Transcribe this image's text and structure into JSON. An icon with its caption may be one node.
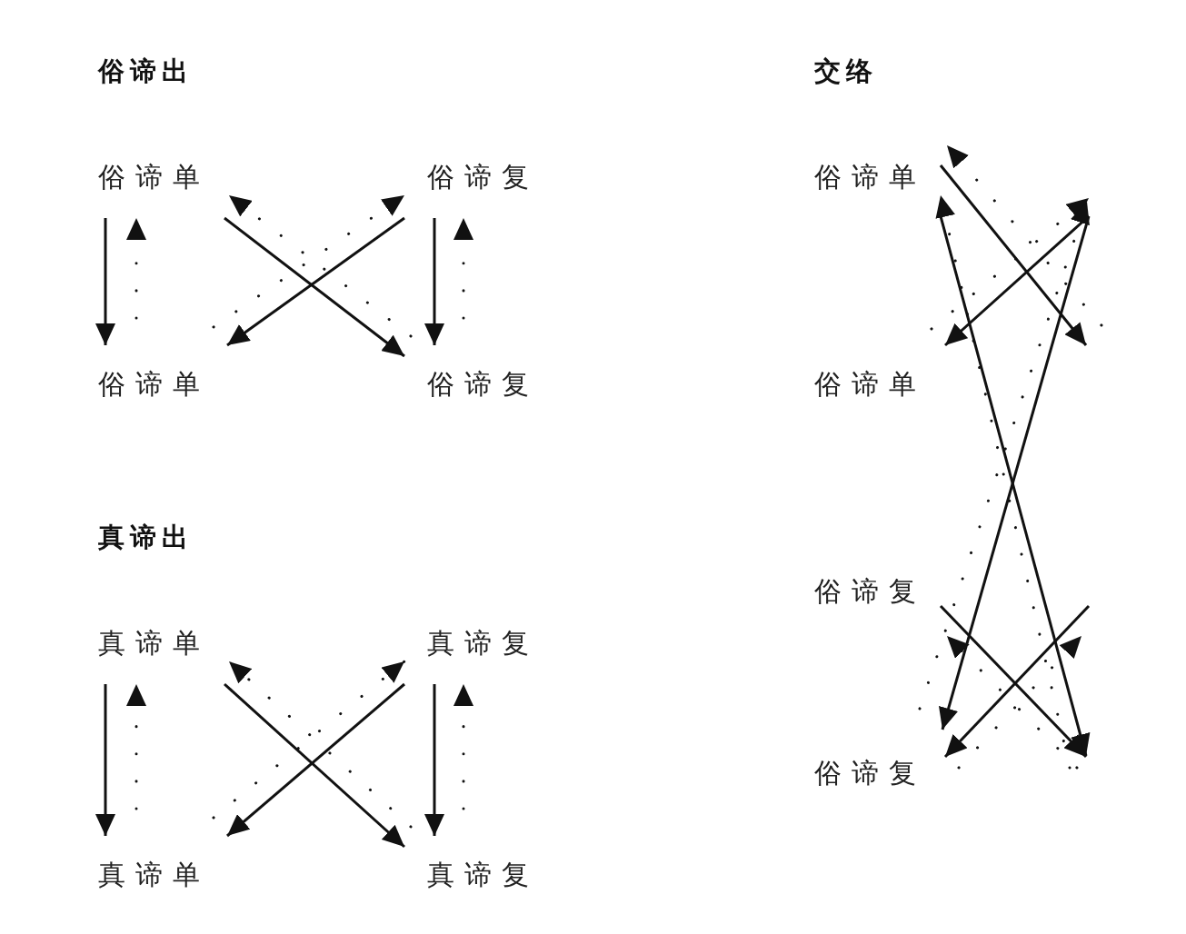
{
  "diagram": {
    "nodes": [
      {
        "text": [
          "俗谛单"
        ]
      },
      {
        "text": [
          "俗谛复"
        ]
      },
      {
        "text": [
          "俗谛单"
        ]
      },
      {
        "text": [
          "俗谛复"
        ]
      },
      {
        "text": [
          "真谛单"
        ]
      },
      {
        "text": [
          "真谛复"
        ]
      },
      {
        "text": [
          "真谛单"
        ]
      },
      {
        "text": [
          "真谛复"
        ]
      },
      {
        "text": [
          "俗谛单"
        ]
      },
      {
        "text": [
          "俗谛单"
        ]
      },
      {
        "text": [
          "俗谛复"
        ]
      },
      {
        "text": [
          "俗谛复"
        ]
      }
    ],
    "edges": [
      {
        "from": 0,
        "to": 2,
        "arrow": "to"
      },
      {
        "from": 2,
        "to": 0,
        "arrow": "to",
        "style": "dashed"
      },
      {
        "from": 0,
        "to": 3,
        "arrow": "to"
      },
      {
        "from": 3,
        "to": 0,
        "arrow": "to",
        "style": "dashed"
      },
      {
        "from": 1,
        "to": 2,
        "arrow": "to"
      },
      {
        "from": 2,
        "to": 1,
        "arrow": "to",
        "style": "dashed"
      },
      {
        "from": 1,
        "to": 3,
        "arrow": "to"
      },
      {
        "from": 3,
        "to": 1,
        "arrow": "to",
        "style": "dashed"
      },
      {
        "from": 4,
        "to": 6,
        "arrow": "to"
      },
      {
        "from": 6,
        "to": 4,
        "arrow": "to",
        "style": "dashed"
      },
      {
        "from": 4,
        "to": 7,
        "arrow": "to"
      },
      {
        "from": 7,
        "to": 4,
        "arrow": "to",
        "style": "dashed"
      },
      {
        "from": 5,
        "to": 6,
        "arrow": "to"
      },
      {
        "from": 6,
        "to": 5,
        "arrow": "to",
        "style": "dashed"
      },
      {
        "from": 5,
        "to": 7,
        "arrow": "to"
      },
      {
        "from": 7,
        "to": 5,
        "arrow": "to",
        "style": "dashed"
      },
      {
        "from": 8,
        "to": null,
        "arrow": "to"
      },
      {
        "from": null,
        "to": 9,
        "arrow": "to"
      },
      {
        "from": 8,
        "to": null,
        "arrow": "to"
      },
      {
        "from": null,
        "to": 11,
        "arrow": "to"
      },
      {
        "from": 10,
        "to": null,
        "arrow": "to"
      },
      {
        "from": null,
        "to": 11,
        "arrow": "to"
      },
      {
        "from": null,
        "to": 8,
        "arrow": "to",
        "style": "dashed"
      },
      {
        "from": 9,
        "to": null,
        "arrow": "to",
        "style": "dashed"
      },
      {
        "from": null,
        "to": 8,
        "arrow": "to",
        "style": "dashed"
      },
      {
        "from": 11,
        "to": null,
        "arrow": "to",
        "style": "dashed"
      },
      {
        "from": null,
        "to": 10,
        "arrow": "to",
        "style": "dashed"
      },
      {
        "from": 11,
        "to": null,
        "arrow": "to",
        "style": "dashed"
      }
    ],
    "labels": [
      "俗谛出",
      "交络",
      "真谛出"
    ]
  }
}
